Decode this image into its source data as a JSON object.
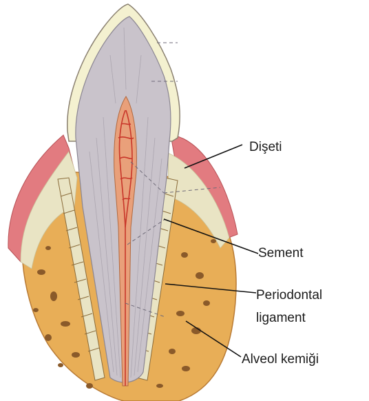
{
  "diagram": {
    "labels": {
      "diseti": "Dişeti",
      "sement": "Sement",
      "periodontal_line1": "Periodontal",
      "periodontal_line2": "ligament",
      "alveol": "Alveol kemiği"
    },
    "colors": {
      "bone": "#e8ae57",
      "bone_dark": "#8a5a2a",
      "gingiva": "#e27b80",
      "gingiva_light": "#e9e4c4",
      "enamel": "#f4f1d0",
      "dentin": "#c9c3cb",
      "pulp": "#e9a07a",
      "vessel": "#c8362a",
      "cementum": "#d7c29a"
    }
  }
}
